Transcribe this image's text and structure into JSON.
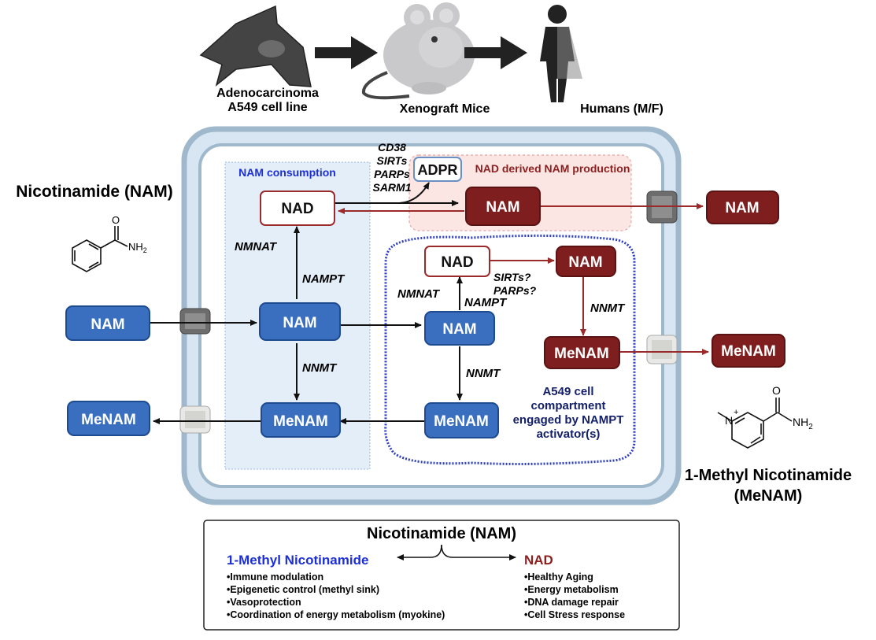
{
  "colors": {
    "blue_node": "#3A6FBF",
    "blue_node_border": "#1E4A8F",
    "dark_red_node": "#7E1E1E",
    "red_outline": "#9B2A2A",
    "membrane_outer": "#9FB8CC",
    "membrane_inner": "#D7E6F2",
    "consumption_zone": "#E4EEF9",
    "production_zone": "#FBE6E4",
    "compartment_dotted": "#2F3FC4",
    "heading_blue": "#1C2FD6",
    "heading_red": "#8E1F1F",
    "compartment_text": "#14206A"
  },
  "top_flow": {
    "cell_line_label": [
      "Adenocarcinoma",
      "A549 cell line"
    ],
    "mice_label": "Xenograft Mice",
    "humans_label": "Humans (M/F)"
  },
  "left_structure": {
    "title": "Nicotinamide (NAM)",
    "nh2": "NH",
    "nh2_sub": "2",
    "o": "O"
  },
  "right_structure": {
    "title": [
      "1-Methyl Nicotinamide",
      "(MeNAM)"
    ],
    "nh2": "NH",
    "nh2_sub": "2",
    "o": "O",
    "n_plus": "N",
    "plus": "+"
  },
  "zones": {
    "consumption": "NAM consumption",
    "production": "NAD derived  NAM production"
  },
  "enzymes": {
    "cd38_group": [
      "CD38",
      "SIRTs",
      "PARPs",
      "SARM1"
    ],
    "adpr": "ADPR",
    "nmnat_main": "NMNAT",
    "nampt_main": "NAMPT",
    "nnmt_main": "NNMT",
    "nmnat_inner": "NMNAT",
    "nampt_inner": "NAMPT",
    "nnmt_inner": "NNMT",
    "sirts_inner": [
      "SIRTs?",
      "PARPs?"
    ],
    "nnmt_red": "NNMT"
  },
  "nodes": {
    "nam_outside": "NAM",
    "nam_center": "NAM",
    "nad_main": "NAD",
    "menam_center": "MeNAM",
    "menam_outside": "MeNAM",
    "nam_prod": "NAM",
    "nam_exported": "NAM",
    "nad_inner": "NAD",
    "nam_inner_blue": "NAM",
    "menam_inner_blue": "MeNAM",
    "nam_inner_red": "NAM",
    "menam_inner_red": "MeNAM",
    "menam_exported": "MeNAM"
  },
  "compartment_label": [
    "A549 cell",
    "compartment",
    "engaged by NAMPT",
    "activator(s)"
  ],
  "legend": {
    "title": "Nicotinamide (NAM)",
    "left_heading": "1-Methyl Nicotinamide",
    "left_items": [
      "•Immune modulation",
      "•Epigenetic control (methyl sink)",
      "•Vasoprotection",
      "•Coordination of energy metabolism (myokine)"
    ],
    "right_heading": "NAD",
    "right_items": [
      "•Healthy Aging",
      "•Energy metabolism",
      "•DNA damage repair",
      "•Cell Stress response"
    ]
  }
}
